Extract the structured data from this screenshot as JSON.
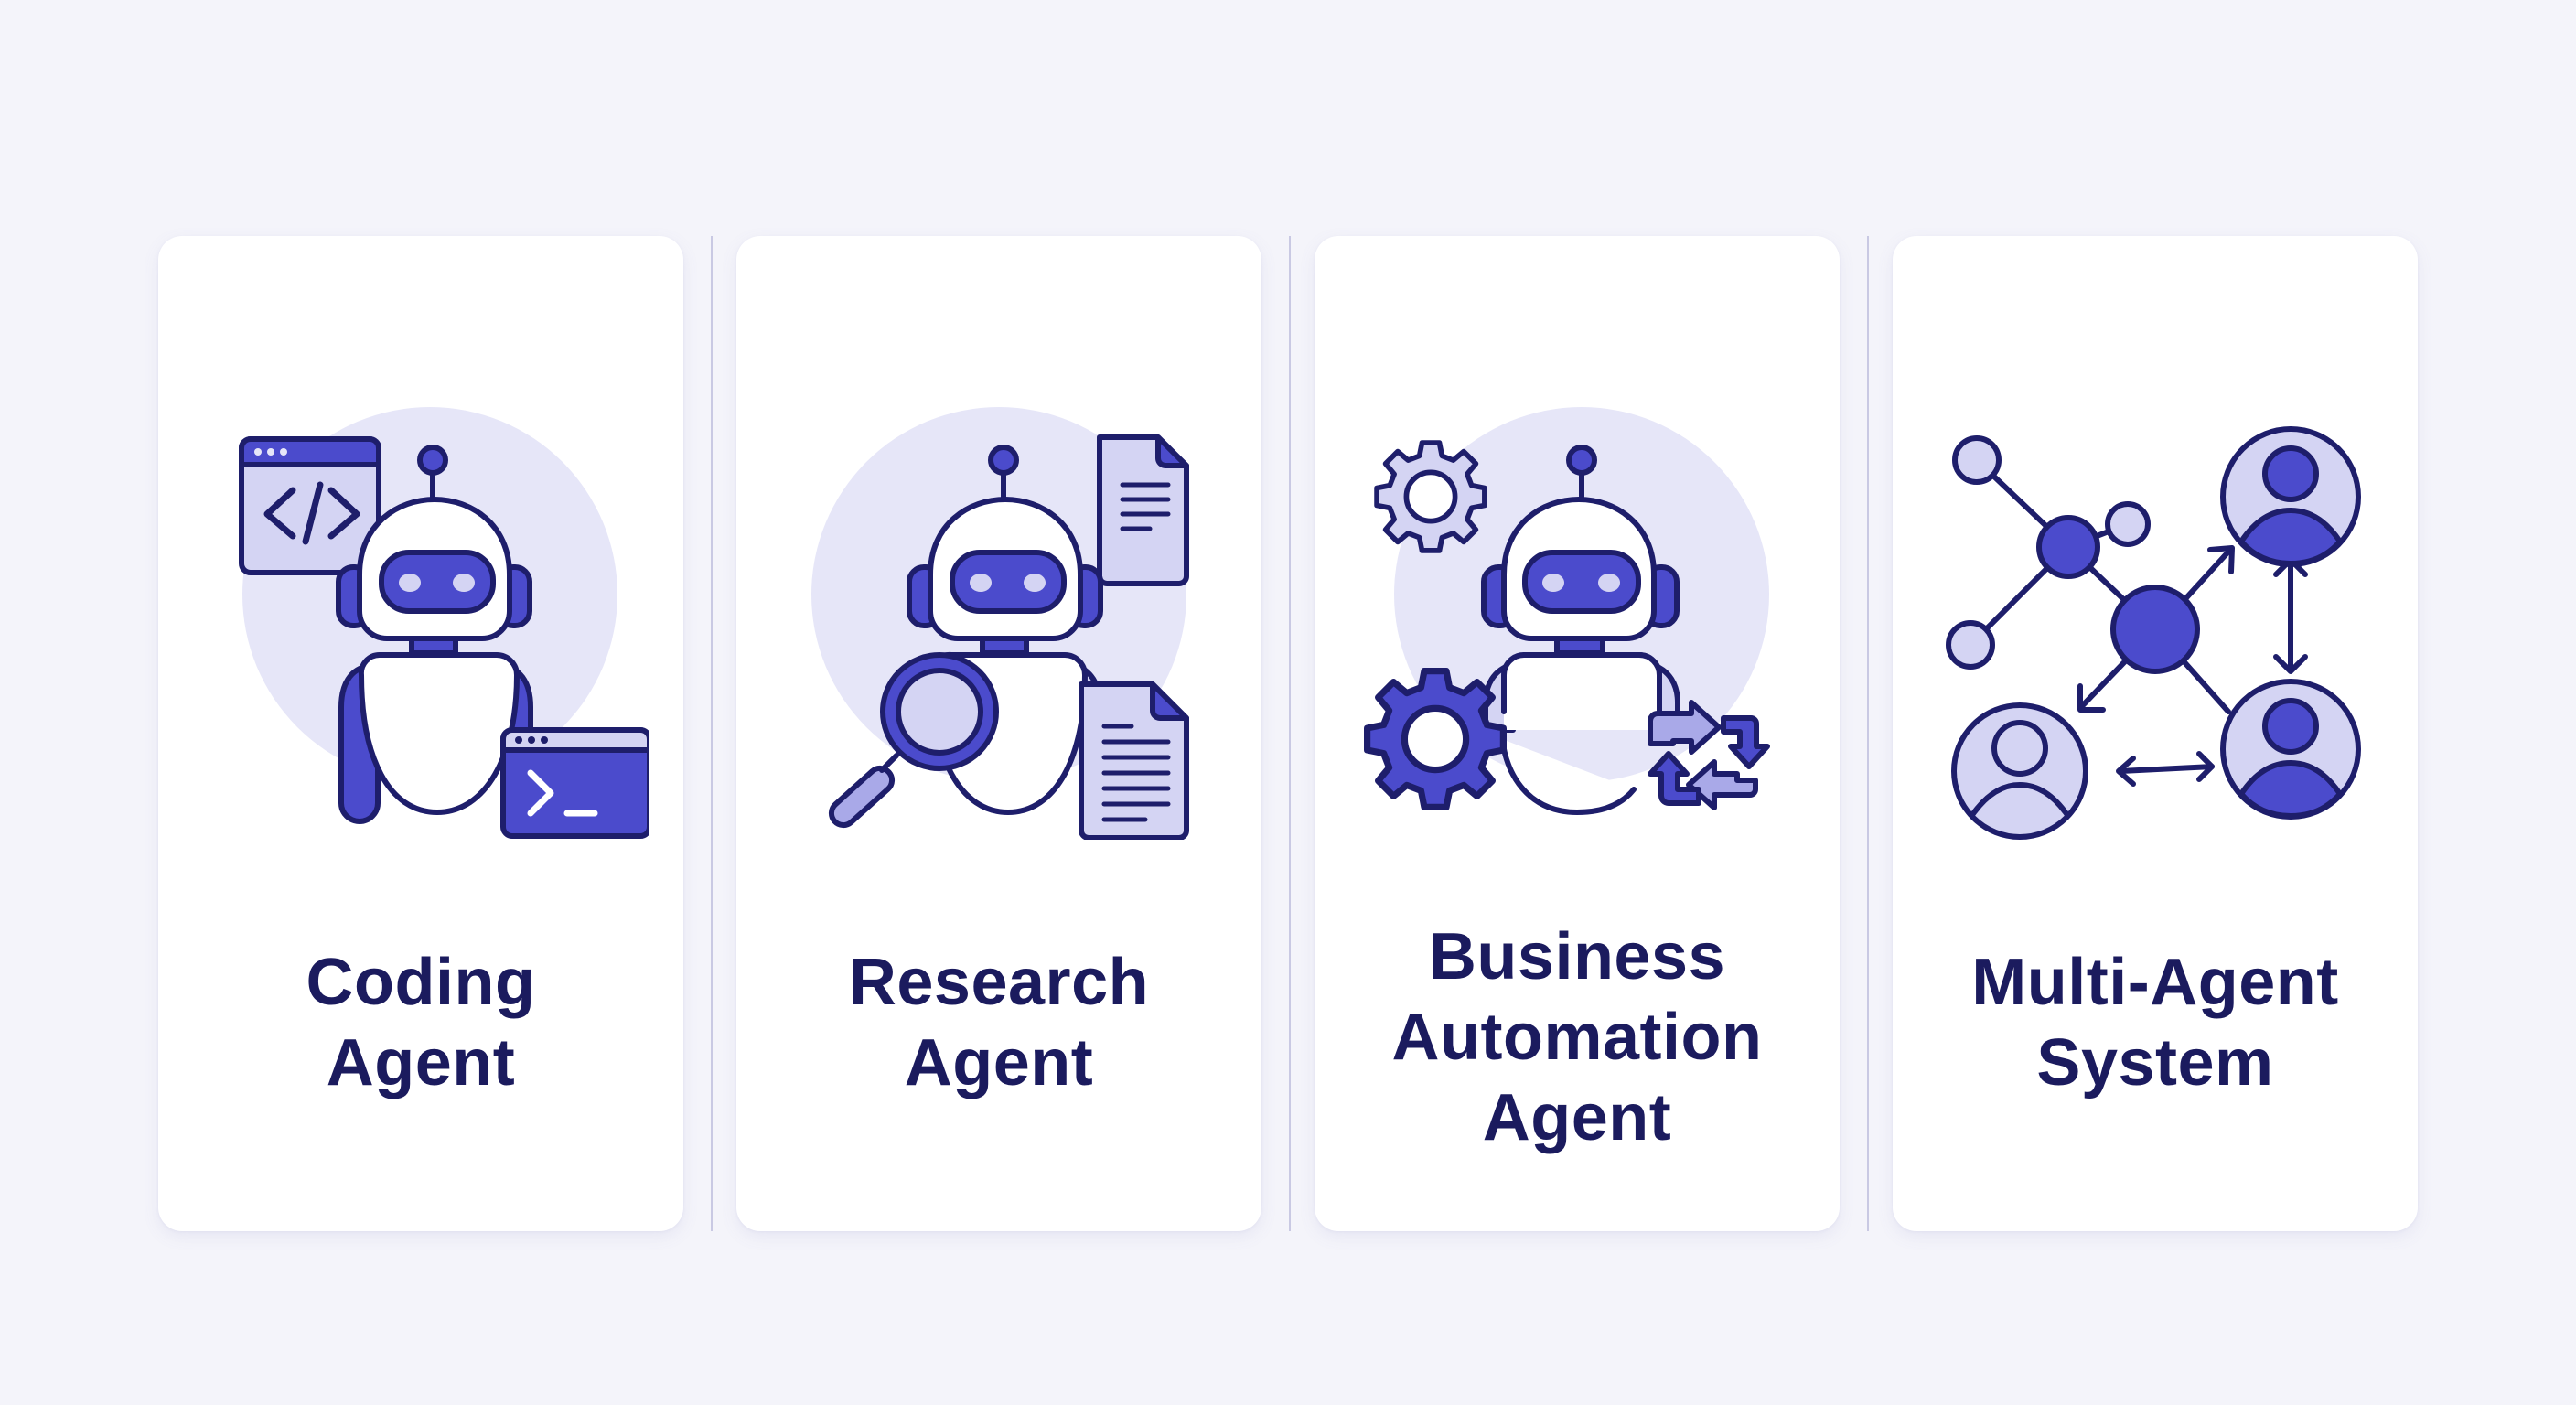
{
  "colors": {
    "background": "#f4f4fa",
    "card": "#ffffff",
    "stroke": "#1e1e6b",
    "accent": "#4b4bcc",
    "accent_light": "#d4d4f3",
    "halo": "#e6e6f8",
    "text": "#1b1b5e",
    "divider": "#c9c9e3"
  },
  "cards": [
    {
      "id": "coding-agent",
      "title_lines": [
        "Coding",
        "Agent"
      ],
      "icons": [
        "robot-icon",
        "code-window-icon",
        "terminal-window-icon"
      ]
    },
    {
      "id": "research-agent",
      "title_lines": [
        "Research",
        "Agent"
      ],
      "icons": [
        "robot-icon",
        "document-icon",
        "magnifying-glass-icon",
        "document-icon"
      ]
    },
    {
      "id": "business-automation-agent",
      "title_lines": [
        "Business",
        "Automation",
        "Agent"
      ],
      "icons": [
        "robot-icon",
        "gear-icon",
        "gear-icon",
        "cycle-arrows-icon"
      ]
    },
    {
      "id": "multi-agent-system",
      "title_lines": [
        "Multi-Agent",
        "System"
      ],
      "icons": [
        "network-nodes-icon",
        "user-avatar-icon",
        "user-avatar-icon",
        "user-avatar-icon",
        "bidirectional-arrow-icon"
      ]
    }
  ]
}
